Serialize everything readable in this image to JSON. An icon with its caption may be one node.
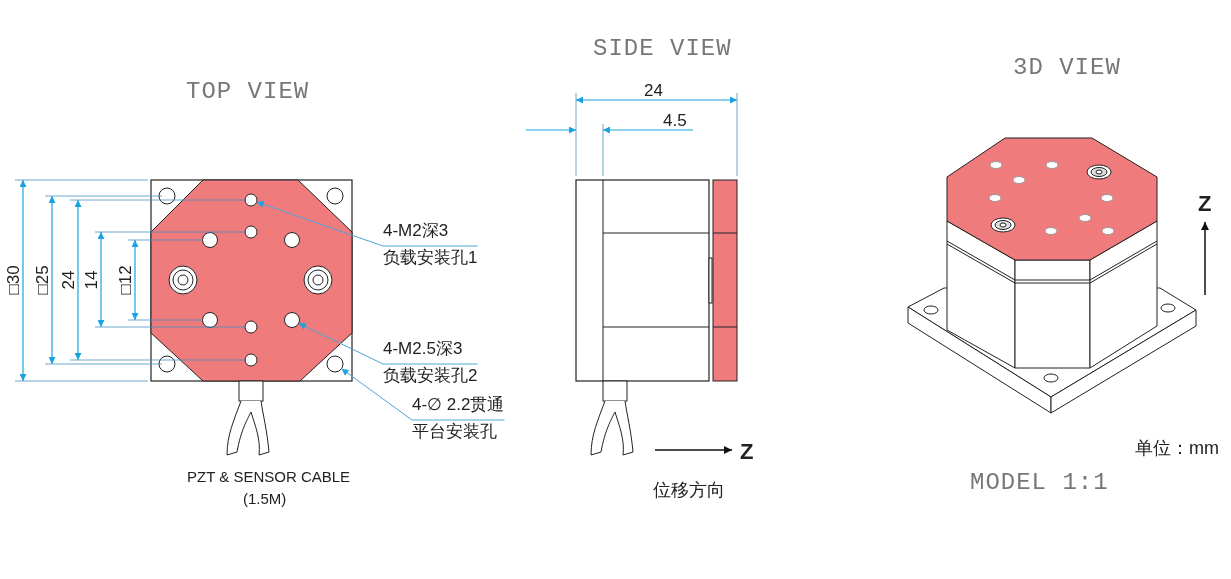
{
  "diagram": {
    "nodes": [
      {
        "text": [],
        "shape": "circle"
      },
      {
        "text": [
          "4-M2深3",
          "负载安装孔1"
        ]
      },
      {
        "text": [],
        "shape": "circle"
      },
      {
        "text": [
          "4-M2.5深3",
          "负载安装孔2"
        ]
      },
      {
        "text": [],
        "shape": "circle"
      },
      {
        "text": [
          "4-∅ 2.2贯通",
          "平台安装孔"
        ]
      }
    ],
    "edges": [
      {
        "from": 1,
        "to": 0,
        "arrow": "to"
      },
      {
        "from": 3,
        "to": 2,
        "arrow": "to"
      },
      {
        "from": 5,
        "to": 4,
        "arrow": "to"
      }
    ],
    "labels": [
      "SIDE VIEW",
      "3D VIEW",
      "TOP VIEW",
      "24",
      "4.5",
      "□30",
      "□25",
      "24",
      "14",
      "□12",
      "Z",
      "Z",
      "单位：mm",
      "PZT & SENSOR CABLE",
      "(1.5M)",
      "位移方向",
      "MODEL 1:1"
    ]
  }
}
